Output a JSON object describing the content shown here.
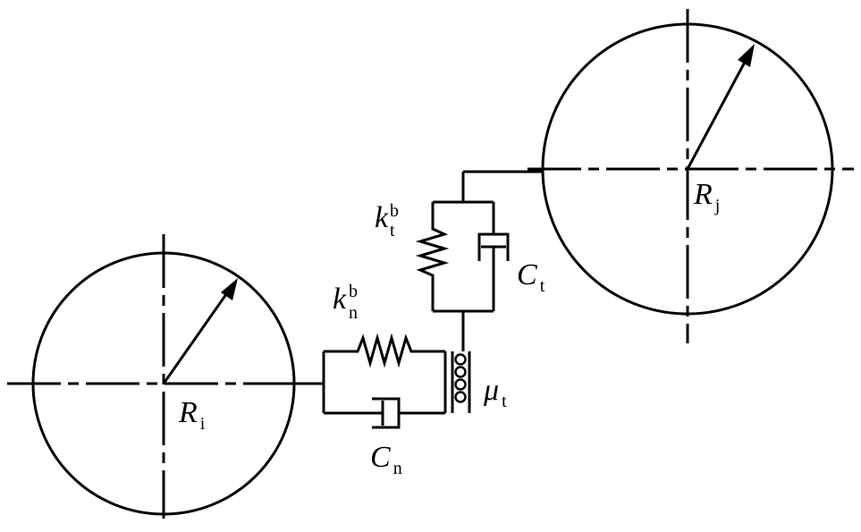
{
  "labels": {
    "R_i": {
      "main": "R",
      "sub": "i"
    },
    "R_j": {
      "main": "R",
      "sub": "j"
    },
    "k_n": {
      "main": "k",
      "sup": "b",
      "sub": "n"
    },
    "k_t": {
      "main": "k",
      "sup": "b",
      "sub": "t"
    },
    "C_n": {
      "main": "C",
      "sub": "n"
    },
    "C_t": {
      "main": "C",
      "sub": "t"
    },
    "mu_t": {
      "main": "μ",
      "sub": "t"
    }
  },
  "colors": {
    "stroke": "#000000",
    "background": "#ffffff"
  }
}
